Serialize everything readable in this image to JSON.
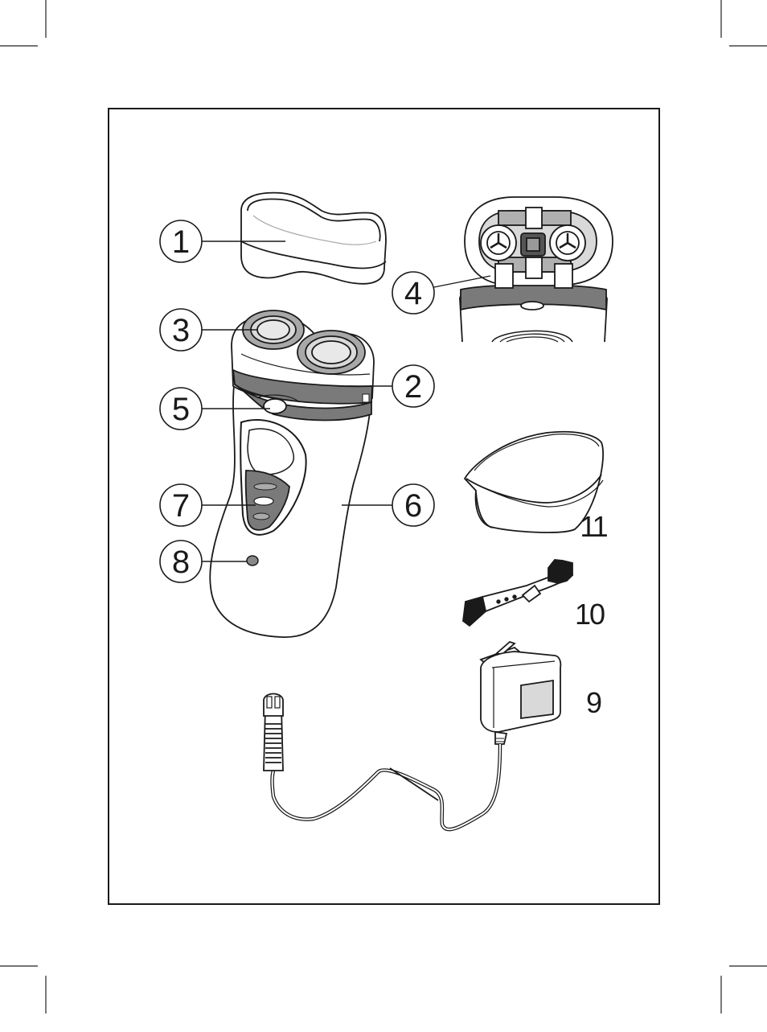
{
  "diagram": {
    "callouts": [
      {
        "id": "c1",
        "label": "1"
      },
      {
        "id": "c2",
        "label": "2"
      },
      {
        "id": "c3",
        "label": "3"
      },
      {
        "id": "c4",
        "label": "4"
      },
      {
        "id": "c5",
        "label": "5"
      },
      {
        "id": "c6",
        "label": "6"
      },
      {
        "id": "c7",
        "label": "7"
      },
      {
        "id": "c8",
        "label": "8"
      }
    ],
    "plain_labels": [
      {
        "id": "p9",
        "label": "9"
      },
      {
        "id": "p10",
        "label": "10"
      },
      {
        "id": "p11",
        "label": "11"
      }
    ],
    "parts": [
      "protection-cap",
      "shaving-unit",
      "shaving-heads",
      "hair-chamber",
      "release-button",
      "shaver-body",
      "on-off-slide",
      "charging-light",
      "adapter",
      "cleaning-brush",
      "pouch"
    ]
  },
  "colors": {
    "line": "#1a1a1a",
    "dark_gray": "#7a7a7a",
    "mid_gray": "#a8a8a8",
    "light_gray": "#d9d9d9"
  }
}
